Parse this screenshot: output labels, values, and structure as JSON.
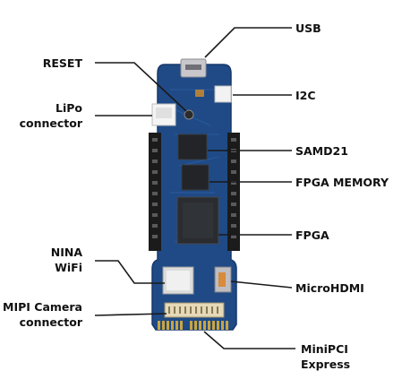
{
  "labels": {
    "usb": "USB",
    "reset": "RESET",
    "i2c": "I2C",
    "lipo_line1": "LiPo",
    "lipo_line2": "connector",
    "samd21": "SAMD21",
    "fpga_memory": "FPGA MEMORY",
    "fpga": "FPGA",
    "nina_line1": "NINA",
    "nina_line2": "WiFi",
    "microhdmi": "MicroHDMI",
    "mipi_line1": "MIPI Camera",
    "mipi_line2": "connector",
    "minipci_line1": "MiniPCI",
    "minipci_line2": "Express"
  },
  "colors": {
    "board": "#1f4a86",
    "board_edge": "#16386a",
    "header": "#1b1b1b",
    "chip": "#222427",
    "gold": "#c9a543",
    "leader": "#1a1a1a"
  }
}
